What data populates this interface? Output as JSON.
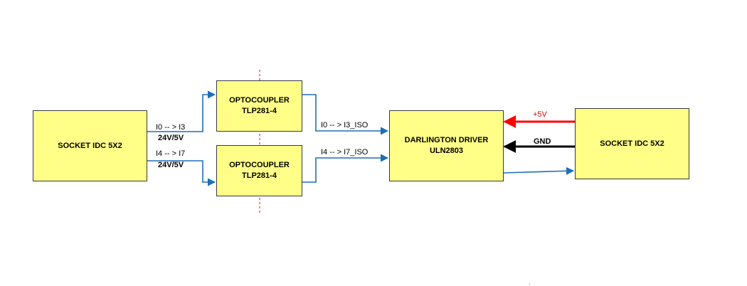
{
  "boxes": {
    "socket_left": {
      "line1": "SOCKET IDC 5X2"
    },
    "opto_top": {
      "line1": "OPTOCOUPLER",
      "line2": "TLP281-4"
    },
    "opto_bottom": {
      "line1": "OPTOCOUPLER",
      "line2": "TLP281-4"
    },
    "darlington": {
      "line1": "DARLINGTON DRIVER",
      "line2": "ULN2803"
    },
    "socket_right": {
      "line1": "SOCKET IDC 5X2"
    }
  },
  "labels": {
    "in_top_range": "I0 -- > I3",
    "in_top_voltage": "24V/5V",
    "in_bottom_range": "I4 -- > I7",
    "in_bottom_voltage": "24V/5V",
    "iso_top": "I0 -- > I3_ISO",
    "iso_bottom": "I4 -- > I7_ISO",
    "power": "+5V",
    "ground": "GND"
  },
  "colors": {
    "box_fill": "#ffff88",
    "box_border": "#36393d",
    "signal_arrow": "#1f6fb5",
    "power_arrow": "#ff0000",
    "ground_arrow": "#000000",
    "divider": "#ff0000"
  }
}
